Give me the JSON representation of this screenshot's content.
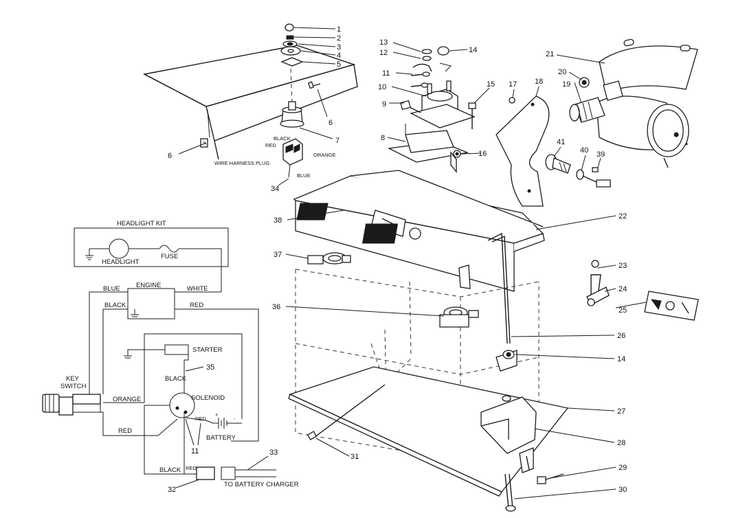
{
  "callouts": {
    "n1": "1",
    "n2": "2",
    "n3": "3",
    "n4": "4",
    "n5": "5",
    "n6a": "6",
    "n6b": "6",
    "n7": "7",
    "n8": "8",
    "n9": "9",
    "n10": "10",
    "n11": "11",
    "n12": "12",
    "n13": "13",
    "n14a": "14",
    "n14b": "14",
    "n15": "15",
    "n16": "16",
    "n17": "17",
    "n18": "18",
    "n19": "19",
    "n20": "20",
    "n21": "21",
    "n22": "22",
    "n23": "23",
    "n24": "24",
    "n25": "25",
    "n26": "26",
    "n27": "27",
    "n28": "28",
    "n29": "29",
    "n30": "30",
    "n31": "31",
    "n32": "32",
    "n33": "33",
    "n34": "34",
    "n35": "35",
    "n36": "36",
    "n37": "37",
    "n38": "38",
    "n39": "39",
    "n40": "40",
    "n41": "41",
    "n11s": "11"
  },
  "plug_labels": {
    "black": "BLACK",
    "red": "RED",
    "orange": "ORANGE",
    "blue": "BLUE",
    "harness": "WIRE HARNESS PLUG"
  },
  "schematic": {
    "headlight_kit": "HEADLIGHT KIT",
    "headlight": "HEADLIGHT",
    "fuse": "FUSE",
    "engine": "ENGINE",
    "blue": "BLUE",
    "white": "WHITE",
    "black1": "BLACK",
    "red1": "RED",
    "starter": "STARTER",
    "black2": "BLACK",
    "key_switch": "KEY",
    "key_switch2": "SWITCH",
    "orange": "ORANGE",
    "solenoid": "SOLENOID",
    "red2": "RED",
    "red3": "RED",
    "battery": "BATTERY",
    "black3": "BLACK",
    "red4": "RED",
    "to_charger": "TO BATTERY CHARGER"
  }
}
